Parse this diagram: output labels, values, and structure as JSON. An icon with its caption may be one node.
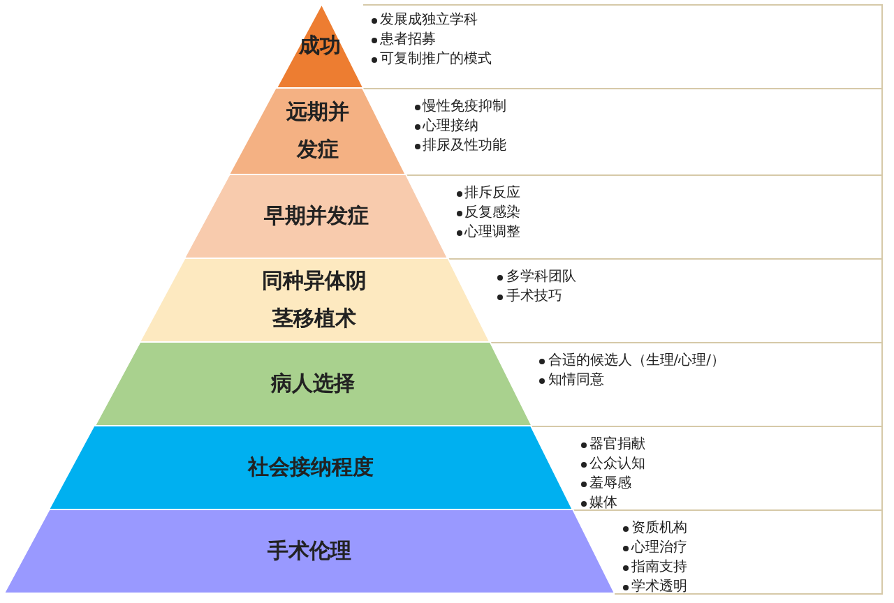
{
  "diagram": {
    "nodes": [
      {
        "text": [
          "成功"
        ]
      },
      {
        "text": [
          "发展成独立学科",
          "患者招募",
          "可复制推广的模式"
        ]
      },
      {
        "text": [
          "远期并发症"
        ]
      },
      {
        "text": [
          "慢性免疫抑制",
          "心理接纳",
          "排尿及性功能"
        ]
      },
      {
        "text": [
          "早期并发症"
        ]
      },
      {
        "text": [
          "排斥反应",
          "反复感染",
          "心理调整"
        ]
      },
      {
        "text": [
          "同种异体阴茎移植术"
        ]
      },
      {
        "text": [
          "多学科团队",
          "手术技巧"
        ]
      },
      {
        "text": [
          "病人选择"
        ]
      },
      {
        "text": [
          "合适的候选人（生理/心理/）",
          "知情同意"
        ]
      },
      {
        "text": [
          "社会接纳程度"
        ]
      },
      {
        "text": [
          "器官捐献",
          "公众认知",
          "羞辱感",
          "媒体"
        ]
      },
      {
        "text": [
          "手术伦理"
        ]
      },
      {
        "text": [
          "资质机构",
          "心理治疗",
          "指南支持",
          "学术透明"
        ]
      }
    ]
  }
}
